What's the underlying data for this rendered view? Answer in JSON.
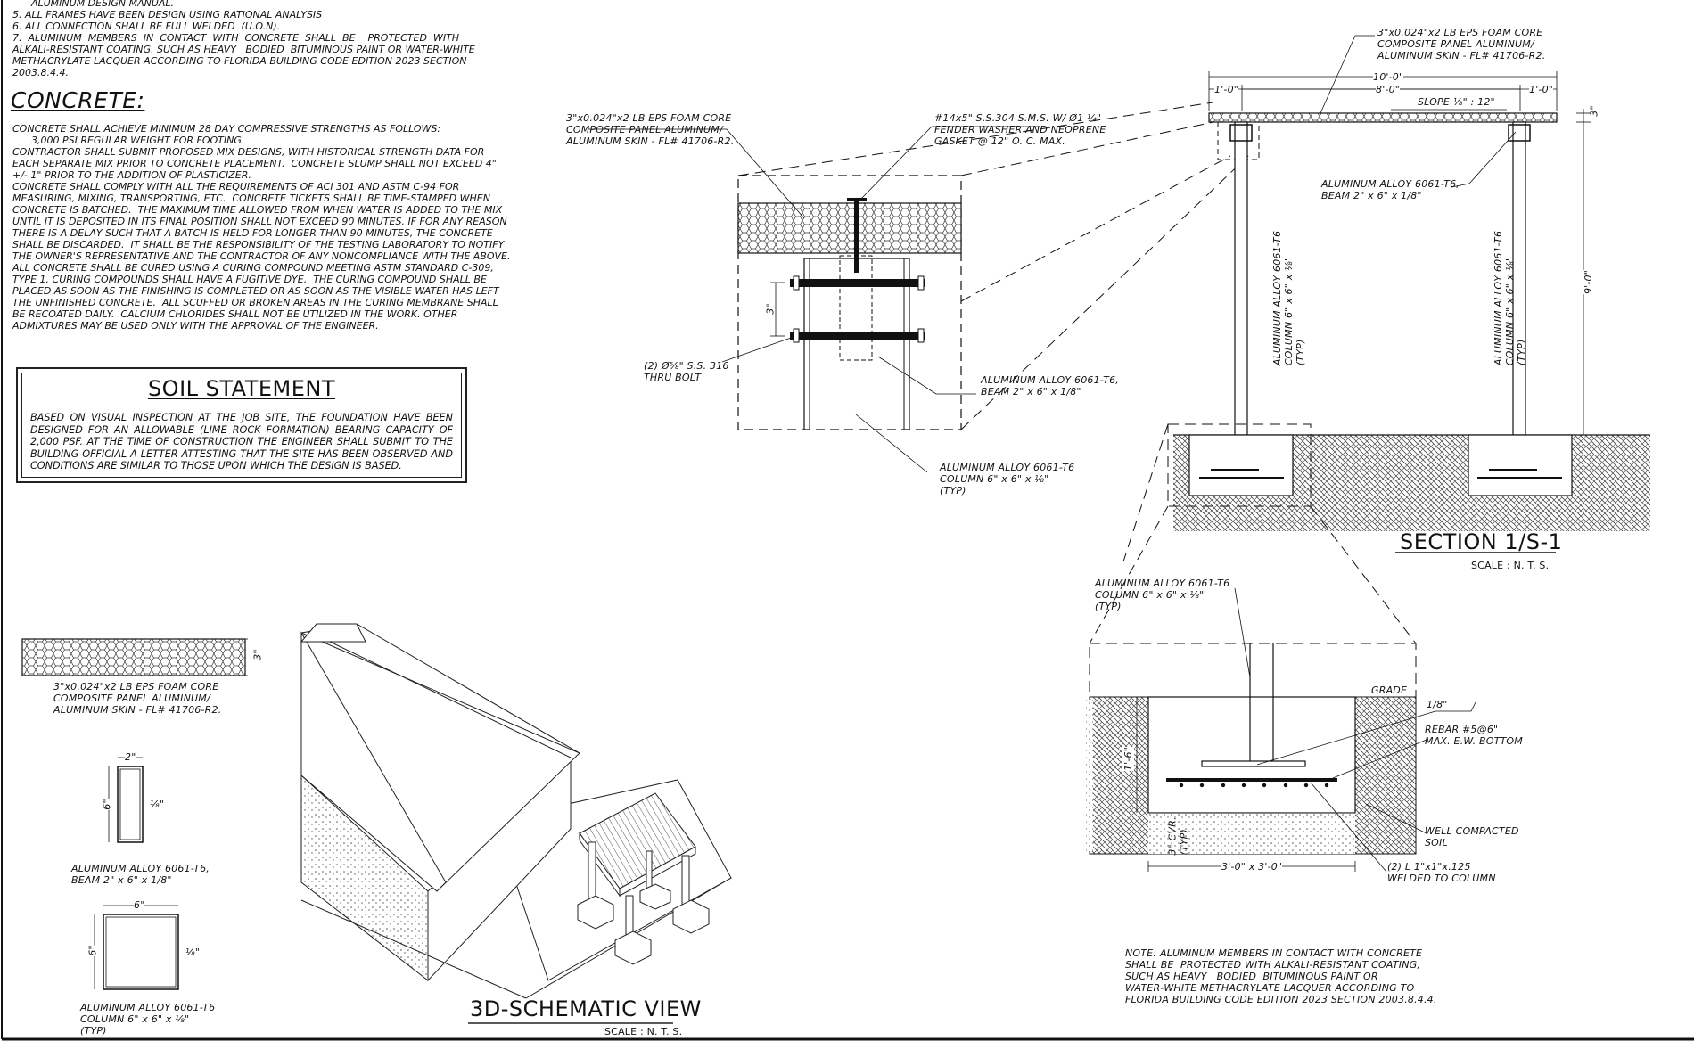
{
  "general_notes": {
    "lines": [
      "      ALUMINUM DESIGN MANUAL.",
      "5. ALL FRAMES HAVE BEEN DESIGN USING RATIONAL ANALYSIS",
      "6. ALL CONNECTION SHALL BE FULL WELDED  (U.O.N).",
      "7.  ALUMINUM  MEMBERS  IN  CONTACT  WITH  CONCRETE  SHALL  BE    PROTECTED  WITH",
      "ALKALI-RESISTANT COATING, SUCH AS HEAVY   BODIED  BITUMINOUS PAINT OR WATER-WHITE",
      "METHACRYLATE LACQUER ACCORDING TO FLORIDA BUILDING CODE EDITION 2023 SECTION",
      "2003.8.4.4."
    ]
  },
  "concrete": {
    "heading": "CONCRETE:",
    "lines": [
      "CONCRETE SHALL ACHIEVE MINIMUM 28 DAY COMPRESSIVE STRENGTHS AS FOLLOWS:",
      "      3,000 PSI REGULAR WEIGHT FOR FOOTING.",
      "CONTRACTOR SHALL SUBMIT PROPOSED MIX DESIGNS, WITH HISTORICAL STRENGTH DATA FOR",
      "EACH SEPARATE MIX PRIOR TO CONCRETE PLACEMENT.  CONCRETE SLUMP SHALL NOT EXCEED 4\"",
      "+/- 1\" PRIOR TO THE ADDITION OF PLASTICIZER.",
      "CONCRETE SHALL COMPLY WITH ALL THE REQUIREMENTS OF ACI 301 AND ASTM C-94 FOR",
      "MEASURING, MIXING, TRANSPORTING, ETC.  CONCRETE TICKETS SHALL BE TIME-STAMPED WHEN",
      "CONCRETE IS BATCHED.  THE MAXIMUM TIME ALLOWED FROM WHEN WATER IS ADDED TO THE MIX",
      "UNTIL IT IS DEPOSITED IN ITS FINAL POSITION SHALL NOT EXCEED 90 MINUTES. IF FOR ANY REASON",
      "THERE IS A DELAY SUCH THAT A BATCH IS HELD FOR LONGER THAN 90 MINUTES, THE CONCRETE",
      "SHALL BE DISCARDED.  IT SHALL BE THE RESPONSIBILITY OF THE TESTING LABORATORY TO NOTIFY",
      "THE OWNER'S REPRESENTATIVE AND THE CONTRACTOR OF ANY NONCOMPLIANCE WITH THE ABOVE.",
      "ALL CONCRETE SHALL BE CURED USING A CURING COMPOUND MEETING ASTM STANDARD C-309,",
      "TYPE 1. CURING COMPOUNDS SHALL HAVE A FUGITIVE DYE.  THE CURING COMPOUND SHALL BE",
      "PLACED AS SOON AS THE FINISHING IS COMPLETED OR AS SOON AS THE VISIBLE WATER HAS LEFT",
      "THE UNFINISHED CONCRETE.  ALL SCUFFED OR BROKEN AREAS IN THE CURING MEMBRANE SHALL",
      "BE RECOATED DAILY.  CALCIUM CHLORIDES SHALL NOT BE UTILIZED IN THE WORK. OTHER",
      "ADMIXTURES MAY BE USED ONLY WITH THE APPROVAL OF THE ENGINEER."
    ]
  },
  "soil_statement": {
    "title": "SOIL STATEMENT",
    "body": "BASED ON VISUAL INSPECTION AT THE JOB SITE, THE FOUNDATION HAVE BEEN DESIGNED FOR AN ALLOWABLE (LIME ROCK FORMATION) BEARING CAPACITY OF 2,000 PSF.  AT THE TIME OF CONSTRUCTION THE ENGINEER SHALL SUBMIT TO THE BUILDING OFFICIAL A LETTER ATTESTING THAT THE SITE HAS BEEN OBSERVED AND CONDITIONS ARE SIMILAR TO THOSE UPON WHICH THE DESIGN IS BASED."
  },
  "detail_labels": {
    "panel_callout": "3\"x0.024\"x2 LB EPS FOAM CORE\nCOMPOSITE PANEL ALUMINUM/\nALUMINUM SKIN - FL# 41706-R2.",
    "screw_callout": "#14x5\" S.S.304 S.M.S. W/ Ø1 ¼\"\nFENDER WASHER AND NEOPRENE\nGASKET @ 12\" O. C. MAX.",
    "bolt_callout": "(2) Ø⅝\" S.S. 316\nTHRU BOLT",
    "beam_callout": "ALUMINUM ALLOY 6061-T6,\nBEAM 2\" x 6\" x 1/8\"",
    "column_callout": "ALUMINUM ALLOY 6061-T6\nCOLUMN 6\" x 6\" x ⅛\"\n(TYP)",
    "dim_3in": "3\""
  },
  "section": {
    "title": "SECTION 1/S-1",
    "scale": "SCALE : N. T. S.",
    "panel_callout": "3\"x0.024\"x2 LB EPS FOAM CORE\nCOMPOSITE PANEL ALUMINUM/\nALUMINUM SKIN - FL# 41706-R2.",
    "dim_10": "10'-0\"",
    "dim_8": "8'-0\"",
    "dim_1a": "1'-0\"",
    "dim_1b": "1'-0\"",
    "slope": "SLOPE ⅛\" : 12\"",
    "dim_3": "3\"",
    "dim_9": "9'-0\"",
    "beam_callout": "ALUMINUM ALLOY 6061-T6,\nBEAM 2\" x 6\" x 1/8\"",
    "column_vertical": "ALUMINUM ALLOY 6061-T6\nCOLUMN 6\" x 6\" x ⅛\"\n(TYP)"
  },
  "footing_detail": {
    "column_callout": "ALUMINUM ALLOY 6061-T6\nCOLUMN 6\" x 6\" x ⅛\"\n(TYP)",
    "grade": "GRADE",
    "weld": "1/8\"",
    "rebar": "REBAR #5@6\"\nMAX. E.W. BOTTOM",
    "soil": "WELL COMPACTED\nSOIL",
    "angle": "(2) L 1\"x1\"x.125\nWELDED TO COLUMN",
    "dim_width": "3'-0\" x 3'-0\"",
    "dim_depth": "1'-6\"",
    "cover": "3\" CVR.\n(TYP)"
  },
  "legend": {
    "panel_label": "3\"x0.024\"x2 LB EPS FOAM CORE\nCOMPOSITE PANEL ALUMINUM/\nALUMINUM SKIN - FL# 41706-R2.",
    "panel_dim": "3\"",
    "beam_dim_w": "2\"",
    "beam_dim_h": "6\"",
    "beam_thk": "⅛\"",
    "beam_label": "ALUMINUM ALLOY 6061-T6,\nBEAM 2\" x 6\" x 1/8\"",
    "col_dim_w": "6\"",
    "col_dim_h": "6\"",
    "col_thk": "⅛\"",
    "col_label": "ALUMINUM ALLOY 6061-T6\nCOLUMN 6\" x 6\" x ⅛\"\n(TYP)"
  },
  "schematic": {
    "title": "3D-SCHEMATIC VIEW",
    "scale": "SCALE : N. T. S."
  },
  "note": {
    "text": "NOTE: ALUMINUM MEMBERS IN CONTACT WITH CONCRETE\nSHALL BE  PROTECTED WITH ALKALI-RESISTANT COATING,\nSUCH AS HEAVY   BODIED  BITUMINOUS PAINT OR\nWATER-WHITE METHACRYLATE LACQUER ACCORDING TO\nFLORIDA BUILDING CODE EDITION 2023 SECTION 2003.8.4.4."
  }
}
